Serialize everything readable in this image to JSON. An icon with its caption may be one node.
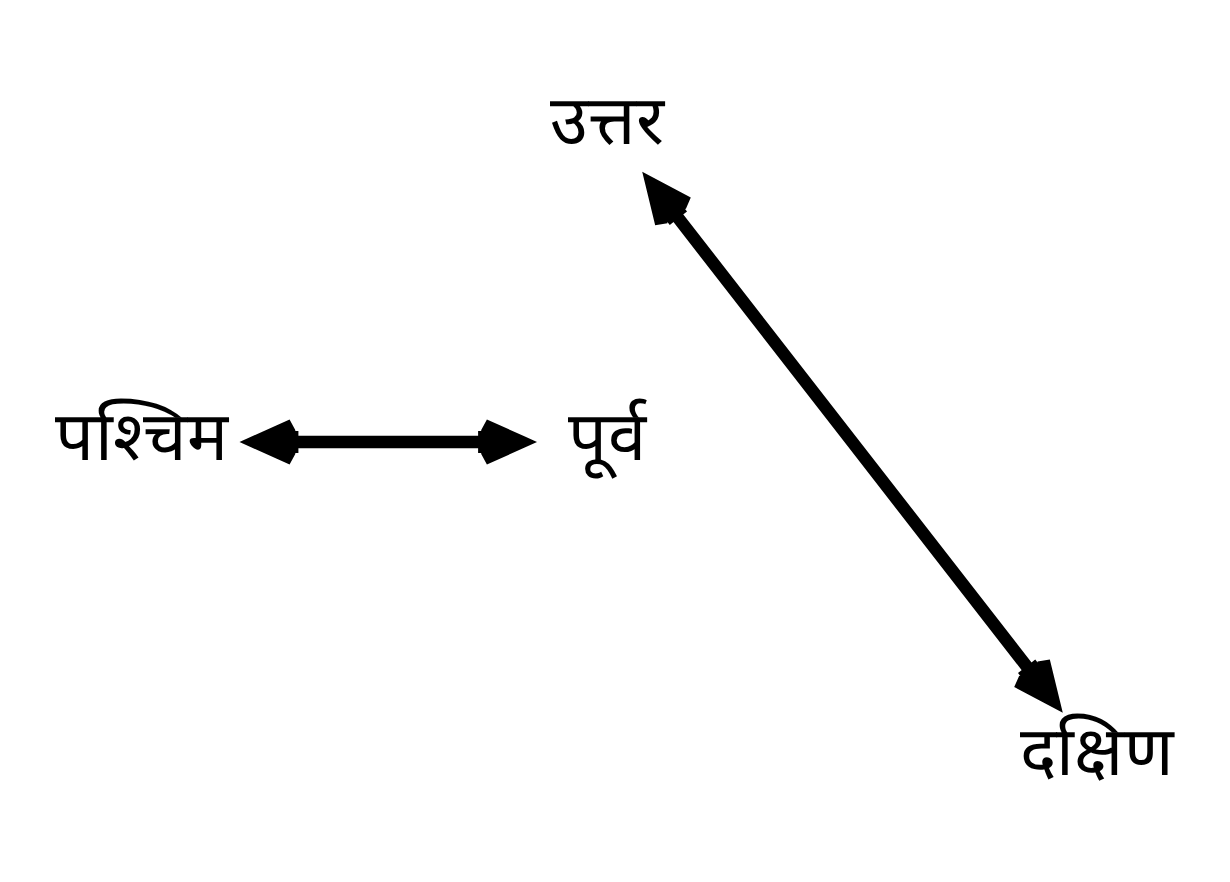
{
  "diagram": {
    "nodes": [
      {
        "text": [
          "उत्तर"
        ]
      },
      {
        "text": [
          "पश्चिम"
        ]
      },
      {
        "text": [
          "पूर्व"
        ]
      },
      {
        "text": [
          "दक्षिण"
        ]
      }
    ],
    "edges": [
      {
        "from": 0,
        "to": 3,
        "arrow": "both"
      },
      {
        "from": 1,
        "to": 2,
        "arrow": "both"
      }
    ]
  }
}
